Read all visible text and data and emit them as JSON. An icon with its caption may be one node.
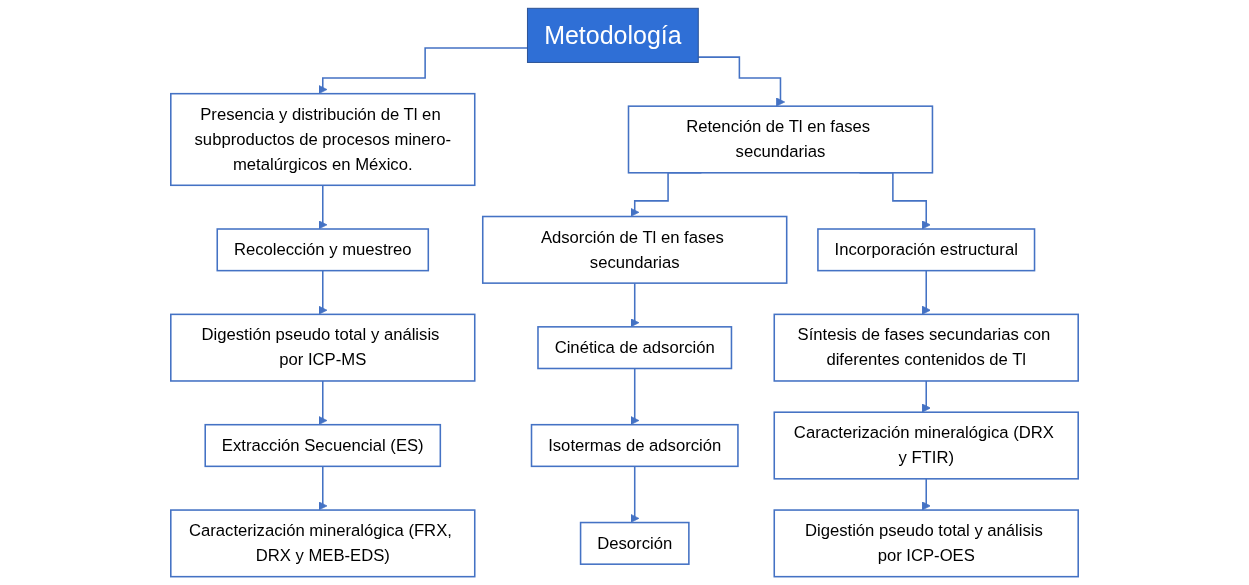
{
  "diagram": {
    "nodes": [
      {
        "text": [
          "Metodología"
        ]
      },
      {
        "text": [
          "Presencia y distribución de Tl en subproductos de procesos minero-metalúrgicos en México."
        ]
      },
      {
        "text": [
          "Retención de Tl en fases secundarias"
        ]
      },
      {
        "text": [
          "Recolección y muestreo"
        ]
      },
      {
        "text": [
          "Digestión pseudo total y análisis por ICP-MS"
        ]
      },
      {
        "text": [
          "Extracción Secuencial (ES)"
        ]
      },
      {
        "text": [
          "Caracterización mineralógica (FRX, DRX y MEB-EDS)"
        ]
      },
      {
        "text": [
          "Adsorción de Tl en fases secundarias"
        ]
      },
      {
        "text": [
          "Incorporación estructural"
        ]
      },
      {
        "text": [
          "Cinética de adsorción"
        ]
      },
      {
        "text": [
          "Isotermas de adsorción"
        ]
      },
      {
        "text": [
          "Desorción"
        ]
      },
      {
        "text": [
          "Síntesis de fases secundarias con diferentes contenidos de Tl"
        ]
      },
      {
        "text": [
          "Caracterización mineralógica (DRX y FTIR)"
        ]
      },
      {
        "text": [
          "Digestión pseudo total y análisis por ICP-OES"
        ]
      }
    ],
    "edges": [
      {
        "from": 0,
        "to": 1,
        "arrow": "to"
      },
      {
        "from": 0,
        "to": 2,
        "arrow": "to"
      },
      {
        "from": 1,
        "to": 3,
        "arrow": "to"
      },
      {
        "from": 3,
        "to": 4,
        "arrow": "to"
      },
      {
        "from": 4,
        "to": 5,
        "arrow": "to"
      },
      {
        "from": 5,
        "to": 6,
        "arrow": "to"
      },
      {
        "from": 2,
        "to": 7,
        "arrow": "to"
      },
      {
        "from": 2,
        "to": 8,
        "arrow": "to"
      },
      {
        "from": 7,
        "to": 9,
        "arrow": "to"
      },
      {
        "from": 9,
        "to": 10,
        "arrow": "to"
      },
      {
        "from": 10,
        "to": 11,
        "arrow": "to"
      },
      {
        "from": 8,
        "to": 12,
        "arrow": "to"
      },
      {
        "from": 12,
        "to": 13,
        "arrow": "to"
      },
      {
        "from": 13,
        "to": 14,
        "arrow": "to"
      }
    ]
  }
}
